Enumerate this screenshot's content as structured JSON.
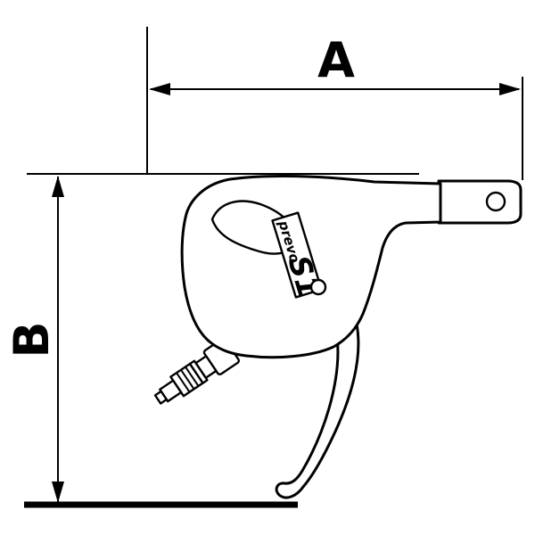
{
  "page": {
    "background": "#ffffff",
    "line_color": "#000000"
  },
  "drawing": {
    "type": "technical-dimension-diagram",
    "subject": "compressed-air blow gun, side view",
    "dimensions": {
      "a": {
        "label": "A"
      },
      "b": {
        "label": "B"
      }
    },
    "logo": {
      "prefix": "prevo",
      "model": "S1"
    }
  }
}
